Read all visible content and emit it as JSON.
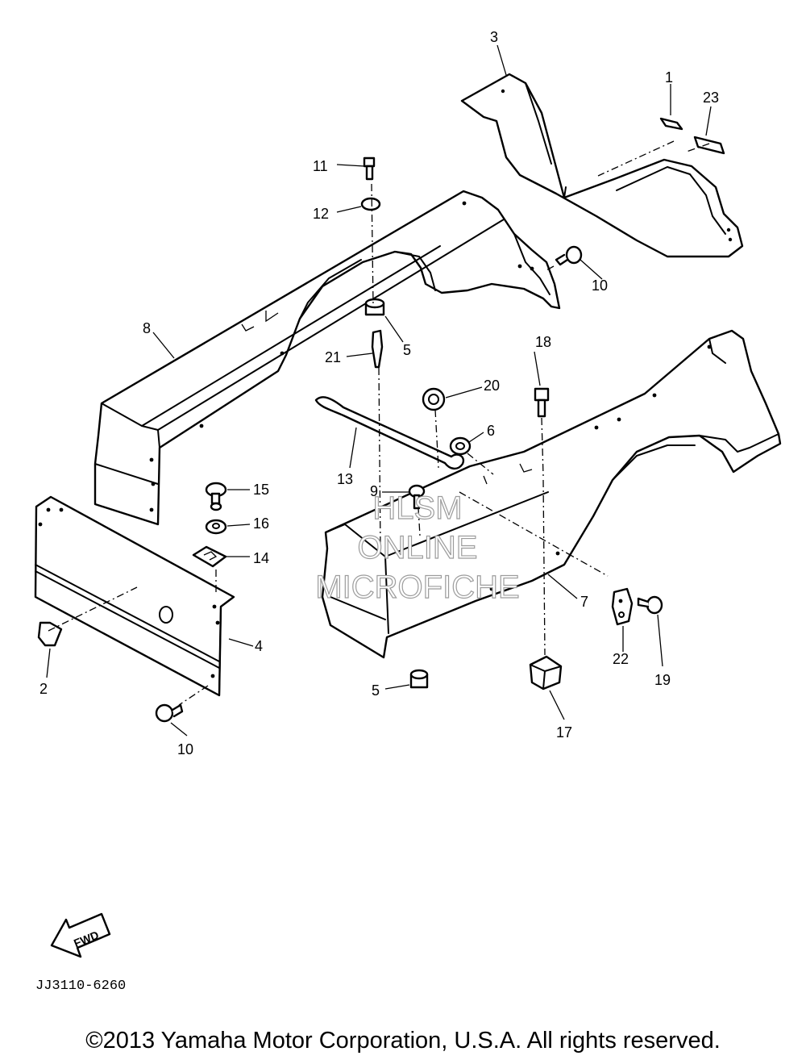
{
  "diagram": {
    "part_labels": [
      "1",
      "2",
      "3",
      "4",
      "5",
      "5",
      "6",
      "7",
      "8",
      "9",
      "10",
      "10",
      "11",
      "12",
      "13",
      "14",
      "15",
      "16",
      "17",
      "18",
      "19",
      "20",
      "21",
      "22",
      "23"
    ],
    "watermark": [
      "HLSM",
      "ONLINE",
      "MICROFICHE"
    ],
    "fwd_label": "FWD",
    "drawing_code": "JJ3110-6260"
  },
  "copyright": "©2013 Yamaha Motor Corporation, U.S.A. All rights reserved."
}
